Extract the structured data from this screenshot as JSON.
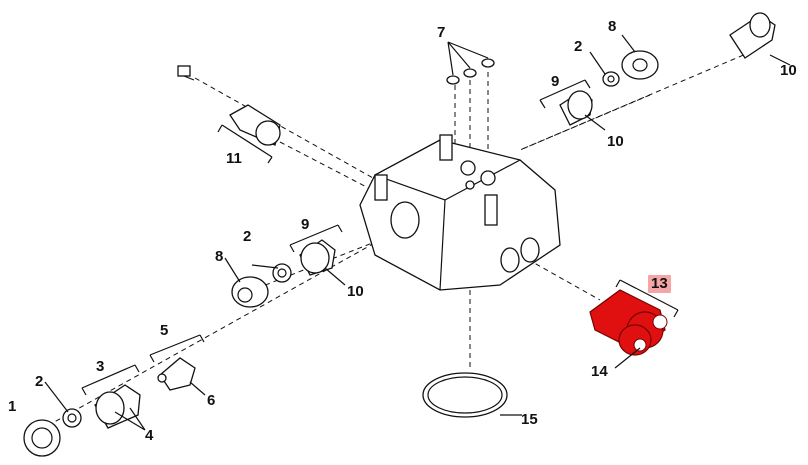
{
  "diagram": {
    "callouts": [
      {
        "id": "c1",
        "label": "1"
      },
      {
        "id": "c2a",
        "label": "2"
      },
      {
        "id": "c2b",
        "label": "2"
      },
      {
        "id": "c2c",
        "label": "2"
      },
      {
        "id": "c3",
        "label": "3"
      },
      {
        "id": "c4",
        "label": "4"
      },
      {
        "id": "c5",
        "label": "5"
      },
      {
        "id": "c6",
        "label": "6"
      },
      {
        "id": "c7",
        "label": "7"
      },
      {
        "id": "c8a",
        "label": "8"
      },
      {
        "id": "c8b",
        "label": "8"
      },
      {
        "id": "c9a",
        "label": "9"
      },
      {
        "id": "c9b",
        "label": "9"
      },
      {
        "id": "c10a",
        "label": "10"
      },
      {
        "id": "c10b",
        "label": "10"
      },
      {
        "id": "c10c",
        "label": "10"
      },
      {
        "id": "c11",
        "label": "11"
      },
      {
        "id": "c13",
        "label": "13"
      },
      {
        "id": "c14",
        "label": "14"
      },
      {
        "id": "c15",
        "label": "15"
      }
    ],
    "highlight_label": "13",
    "highlight_color": "#e01010",
    "highlight_bg": "#f4a6a6",
    "line_color": "#111111"
  }
}
